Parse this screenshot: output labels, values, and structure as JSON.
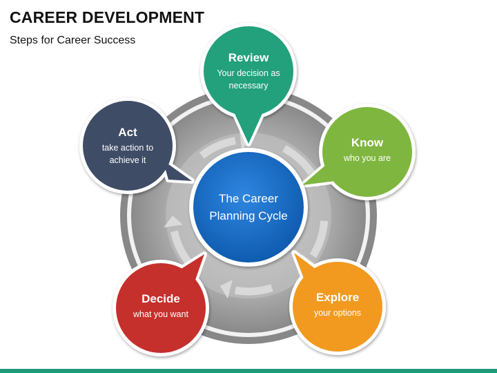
{
  "header": {
    "title": "CAREER DEVELOPMENT",
    "subtitle": "Steps for Career Success"
  },
  "center": {
    "line1": "The Career",
    "line2": "Planning Cycle",
    "color": "#1769c2"
  },
  "nodes": [
    {
      "id": "review",
      "title": "Review",
      "desc": [
        "Your decision as",
        "necessary"
      ],
      "color": "#23a07c"
    },
    {
      "id": "know",
      "title": "Know",
      "desc": [
        "who you are"
      ],
      "color": "#7fb640"
    },
    {
      "id": "explore",
      "title": "Explore",
      "desc": [
        "your options"
      ],
      "color": "#f29a20"
    },
    {
      "id": "decide",
      "title": "Decide",
      "desc": [
        "what you want"
      ],
      "color": "#c5302c"
    },
    {
      "id": "act",
      "title": "Act",
      "desc": [
        "take action to",
        "achieve it"
      ],
      "color": "#3f4c66"
    }
  ],
  "colors": {
    "ring": "#8f8f8f",
    "ring_inner": "#b8b8b8",
    "arrow": "#d9d9d9",
    "bottom_bar": "#1f9a78"
  }
}
